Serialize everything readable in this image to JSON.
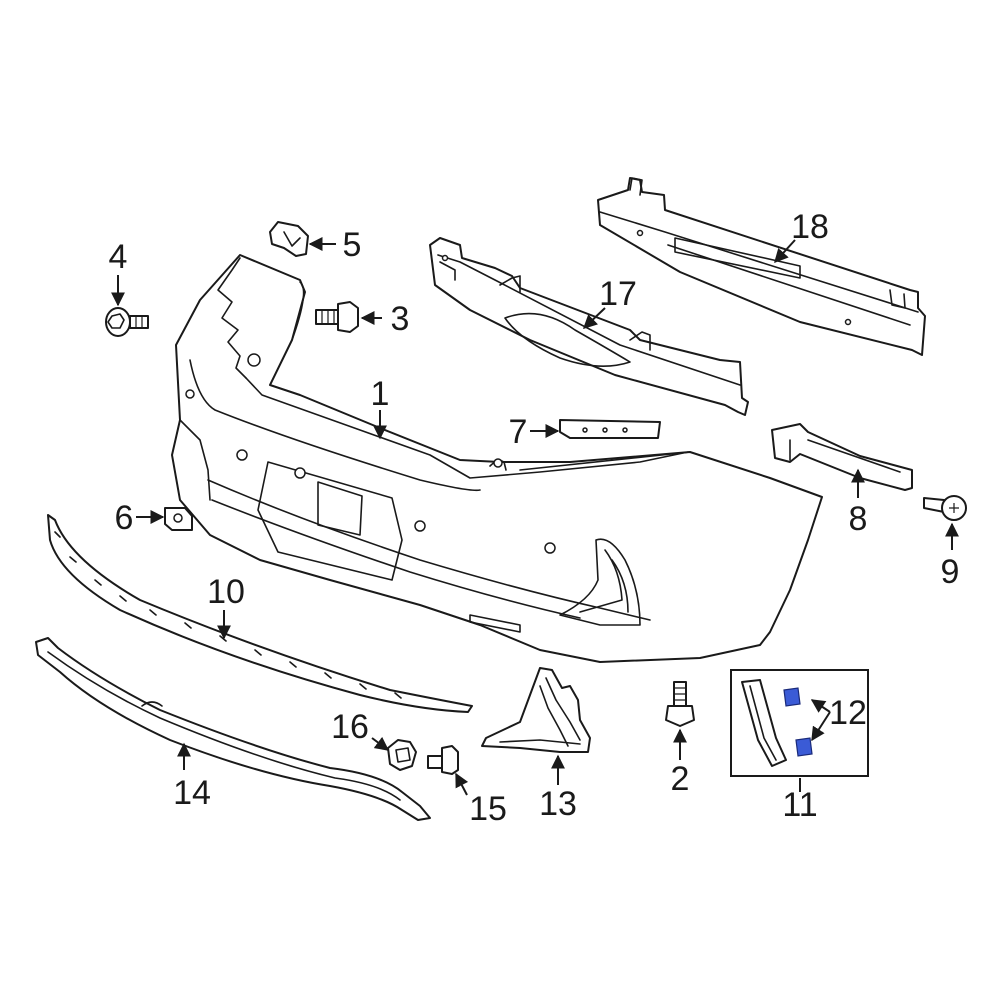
{
  "callouts": [
    {
      "id": "1",
      "label": "1"
    },
    {
      "id": "2",
      "label": "2"
    },
    {
      "id": "3",
      "label": "3"
    },
    {
      "id": "4",
      "label": "4"
    },
    {
      "id": "5",
      "label": "5"
    },
    {
      "id": "6",
      "label": "6"
    },
    {
      "id": "7",
      "label": "7"
    },
    {
      "id": "8",
      "label": "8"
    },
    {
      "id": "9",
      "label": "9"
    },
    {
      "id": "10",
      "label": "10"
    },
    {
      "id": "11",
      "label": "11"
    },
    {
      "id": "12",
      "label": "12"
    },
    {
      "id": "13",
      "label": "13"
    },
    {
      "id": "14",
      "label": "14"
    },
    {
      "id": "15",
      "label": "15"
    },
    {
      "id": "16",
      "label": "16"
    },
    {
      "id": "17",
      "label": "17"
    },
    {
      "id": "18",
      "label": "18"
    }
  ],
  "colors": {
    "line": "#1a1a1a",
    "background": "#ffffff",
    "highlight_clip": "#3b5bd6"
  }
}
